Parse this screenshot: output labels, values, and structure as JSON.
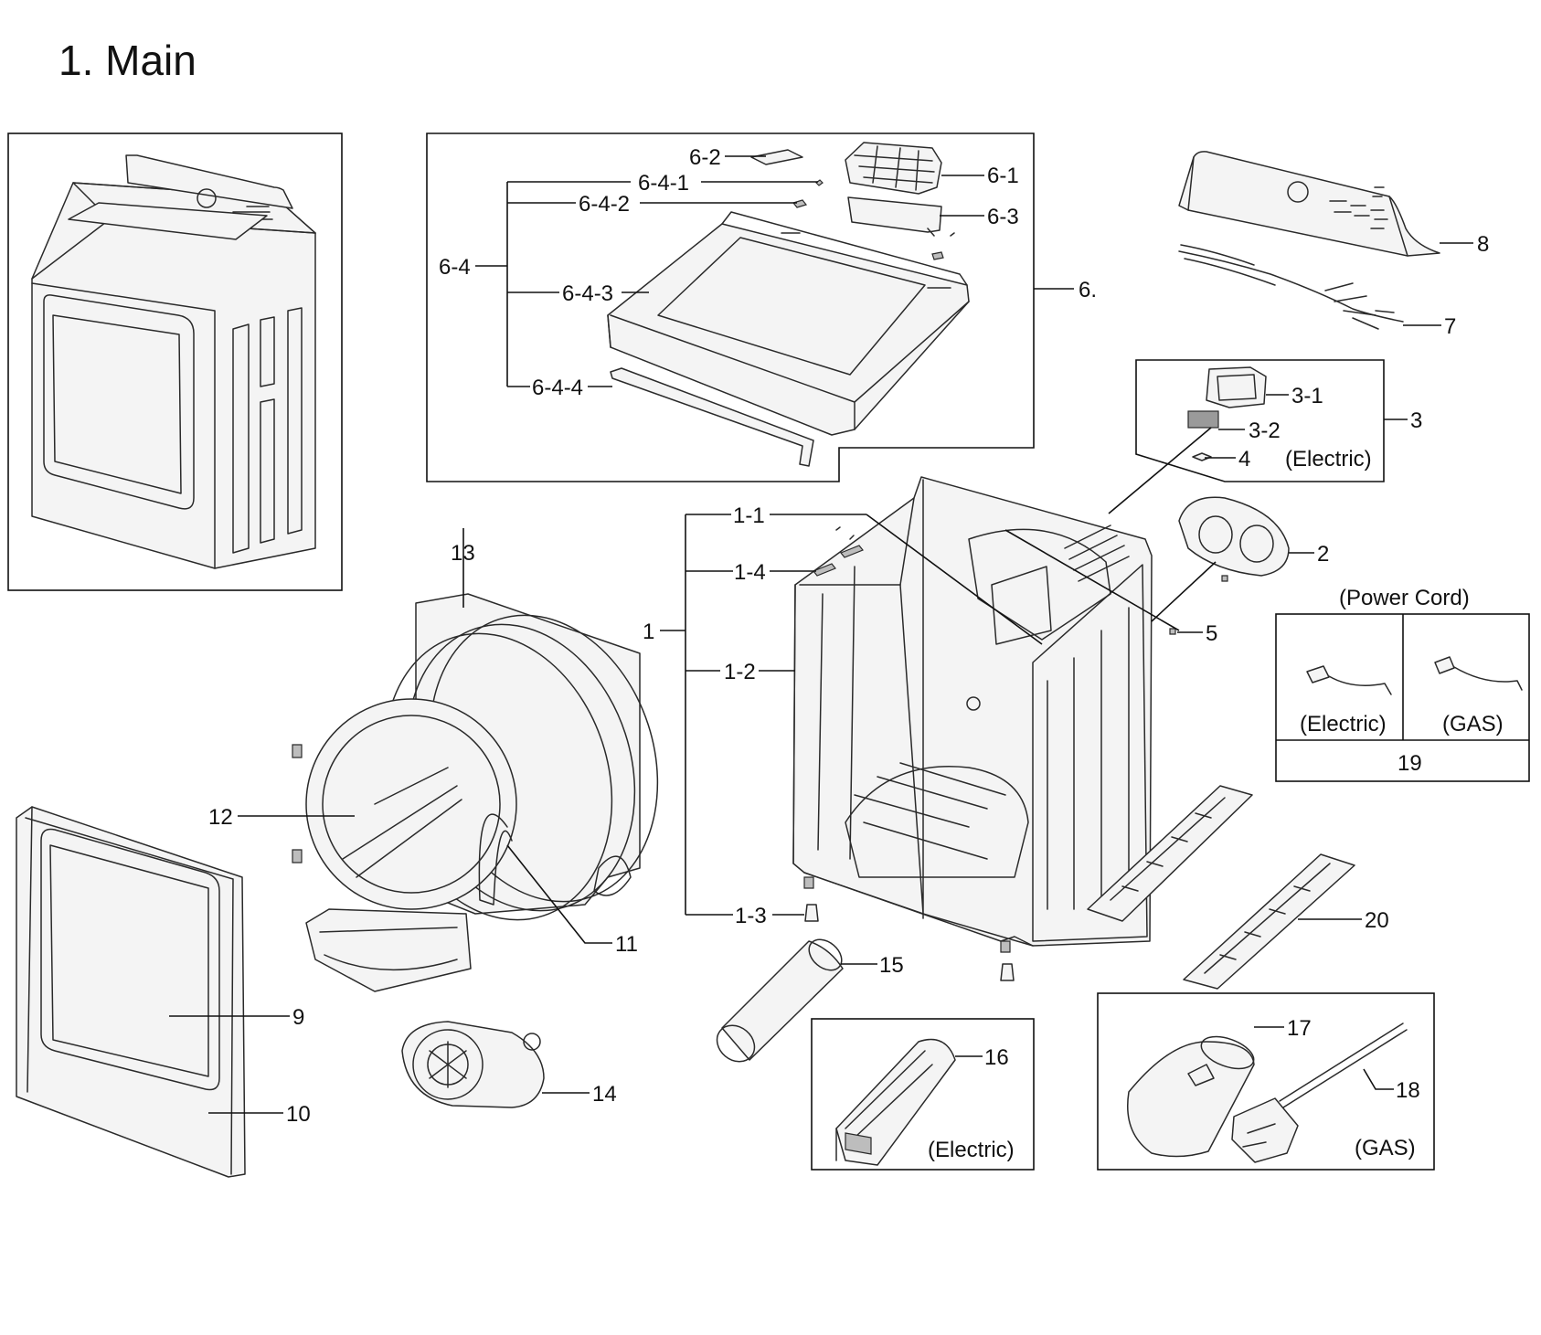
{
  "title": "1. Main",
  "callouts": {
    "c1": "1",
    "c1_1": "1-1",
    "c1_2": "1-2",
    "c1_3": "1-3",
    "c1_4": "1-4",
    "c2": "2",
    "c3": "3",
    "c3_1": "3-1",
    "c3_2": "3-2",
    "c4": "4",
    "c5": "5",
    "c6": "6.",
    "c6_1": "6-1",
    "c6_2": "6-2",
    "c6_3": "6-3",
    "c6_4": "6-4",
    "c6_4_1": "6-4-1",
    "c6_4_2": "6-4-2",
    "c6_4_3": "6-4-3",
    "c6_4_4": "6-4-4",
    "c7": "7",
    "c8": "8",
    "c9": "9",
    "c10": "10",
    "c11": "11",
    "c12": "12",
    "c13": "13",
    "c14": "14",
    "c15": "15",
    "c16": "16",
    "c17": "17",
    "c18": "18",
    "c19": "19",
    "c20": "20"
  },
  "variants": {
    "electric_filter": "(Electric)",
    "power_cord_title": "(Power Cord)",
    "power_cord_electric": "(Electric)",
    "power_cord_gas": "(GAS)",
    "heater_electric": "(Electric)",
    "burner_gas": "(GAS)"
  }
}
